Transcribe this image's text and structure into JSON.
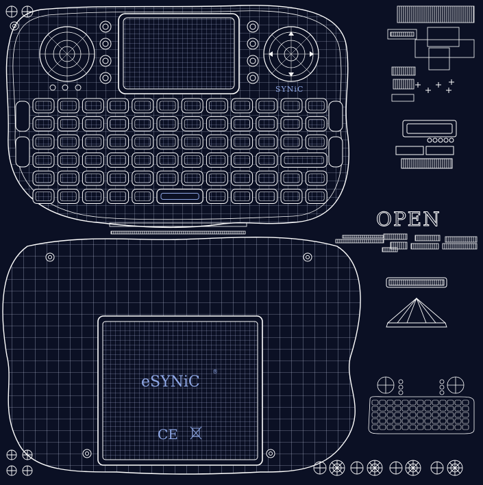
{
  "canvas": {
    "background": "#0b1024"
  },
  "colors": {
    "wire": "#ffffff",
    "grid": "#c9d6ff",
    "accent": "#8fa8e6"
  },
  "labels": {
    "open_text": "OPEN",
    "brand_bottom": "eSYNiC",
    "brand_mark": "®",
    "brand_top": "SYNiC",
    "ce_mark": "CE",
    "bin_icon": "recycle-bin-crossed-icon"
  }
}
